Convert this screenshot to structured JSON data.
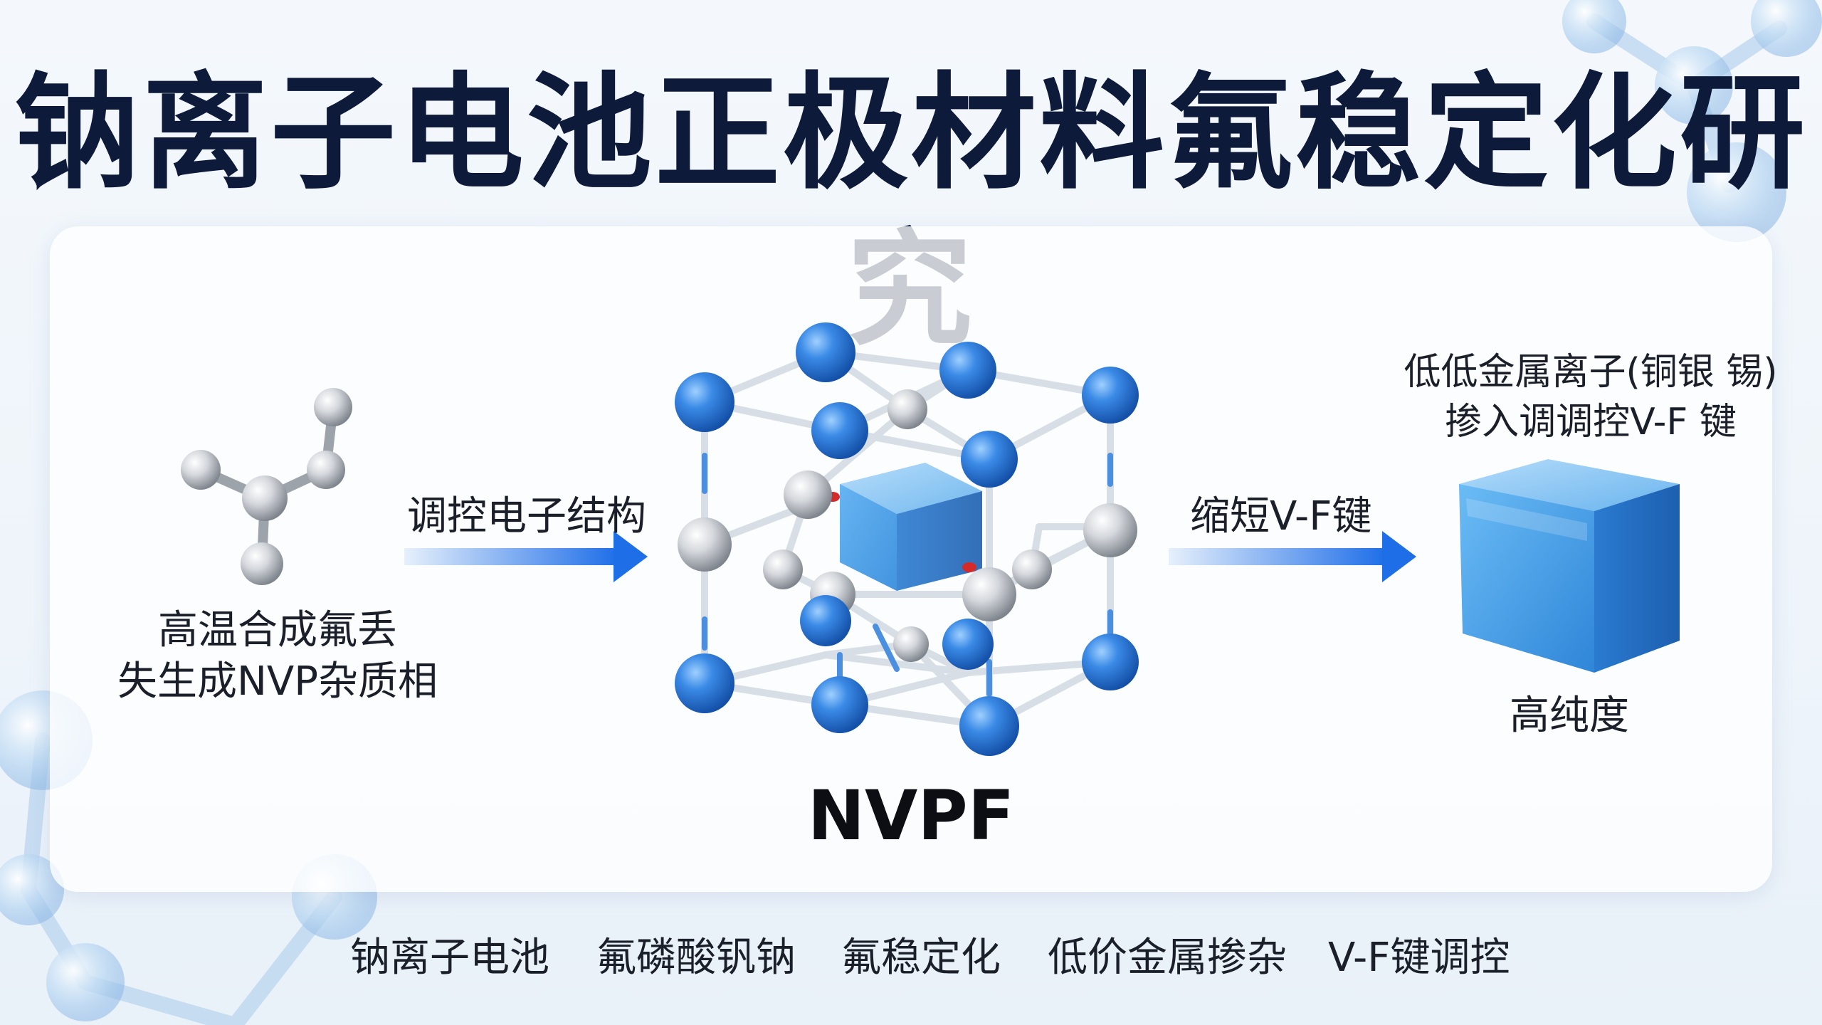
{
  "title": "钠离子电池正极材料氟稳定化研究",
  "left_caption": [
    "高温合成氟丢",
    "失生成NVP杂质相"
  ],
  "arrow1_label": "调控电子结构",
  "arrow2_label": "缩短V-F键",
  "center_label": "NVPF",
  "right_caption": [
    "低低金属离子(铜银 锡)",
    "掺入调调控V-F 键"
  ],
  "right_bottom_label": "高纯度",
  "tags": [
    "钠离子电池",
    "氟磷酸钒钠",
    "氟稳定化",
    "低价金属掺杂",
    "V-F键调控"
  ],
  "colors": {
    "title": "#0d1a3a",
    "arrow": "#1e6ee8",
    "atom_blue": "#2f7fe0",
    "atom_gray": "#c8ccd2",
    "cube": "#3d9be8"
  },
  "icons": {
    "left": "molecule-icon",
    "center": "crystal-lattice-icon",
    "right": "cube-icon"
  }
}
